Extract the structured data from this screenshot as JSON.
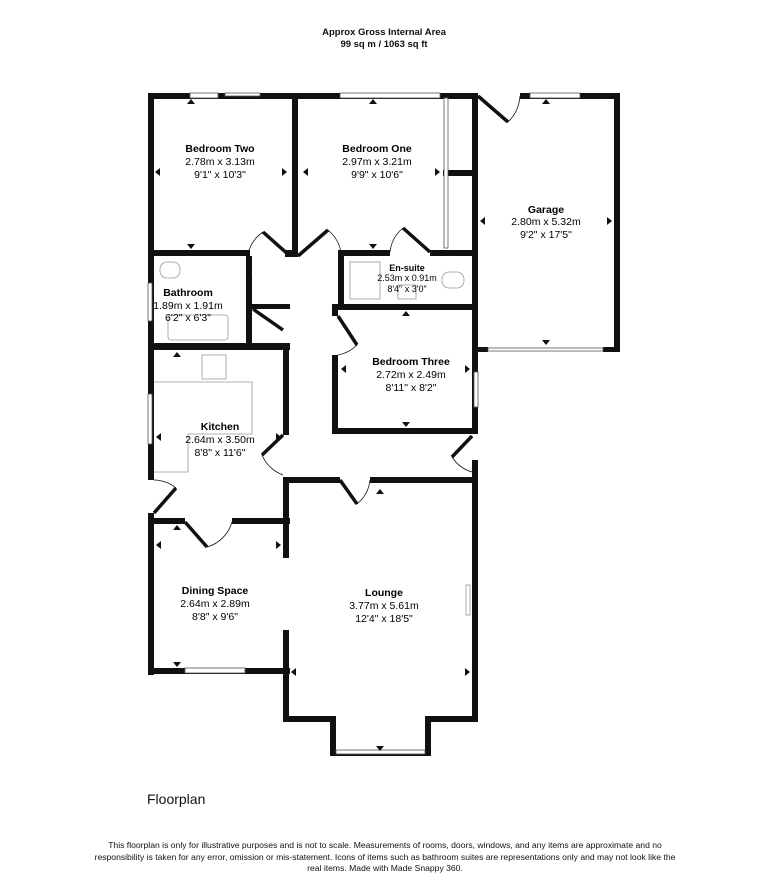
{
  "header": {
    "line1": "Approx Gross Internal Area",
    "line2": "99 sq m / 1063 sq ft"
  },
  "rooms": {
    "bedroom_two": {
      "name": "Bedroom Two",
      "metric": "2.78m x 3.13m",
      "imperial": "9'1\" x 10'3\""
    },
    "bedroom_one": {
      "name": "Bedroom One",
      "metric": "2.97m x 3.21m",
      "imperial": "9'9\" x 10'6\""
    },
    "garage": {
      "name": "Garage",
      "metric": "2.80m x 5.32m",
      "imperial": "9'2\" x 17'5\""
    },
    "ensuite": {
      "name": "En-suite",
      "metric": "2.53m x 0.91m",
      "imperial": "8'4\" x 3'0\""
    },
    "bathroom": {
      "name": "Bathroom",
      "metric": "1.89m x 1.91m",
      "imperial": "6'2\" x 6'3\""
    },
    "bedroom_three": {
      "name": "Bedroom Three",
      "metric": "2.72m x 2.49m",
      "imperial": "8'11\" x 8'2\""
    },
    "kitchen": {
      "name": "Kitchen",
      "metric": "2.64m x 3.50m",
      "imperial": "8'8\" x 11'6\""
    },
    "dining": {
      "name": "Dining Space",
      "metric": "2.64m x 2.89m",
      "imperial": "8'8\" x 9'6\""
    },
    "lounge": {
      "name": "Lounge",
      "metric": "3.77m x 5.61m",
      "imperial": "12'4\" x 18'5\""
    }
  },
  "floor_label": "Floorplan",
  "disclaimer": "This floorplan is only for illustrative purposes and is not to scale. Measurements of rooms, doors, windows, and any items are approximate and no responsibility is taken for any error, omission or mis-statement. Icons of items such as bathroom suites are representations only and may not look like the real items. Made with Made Snappy 360."
}
